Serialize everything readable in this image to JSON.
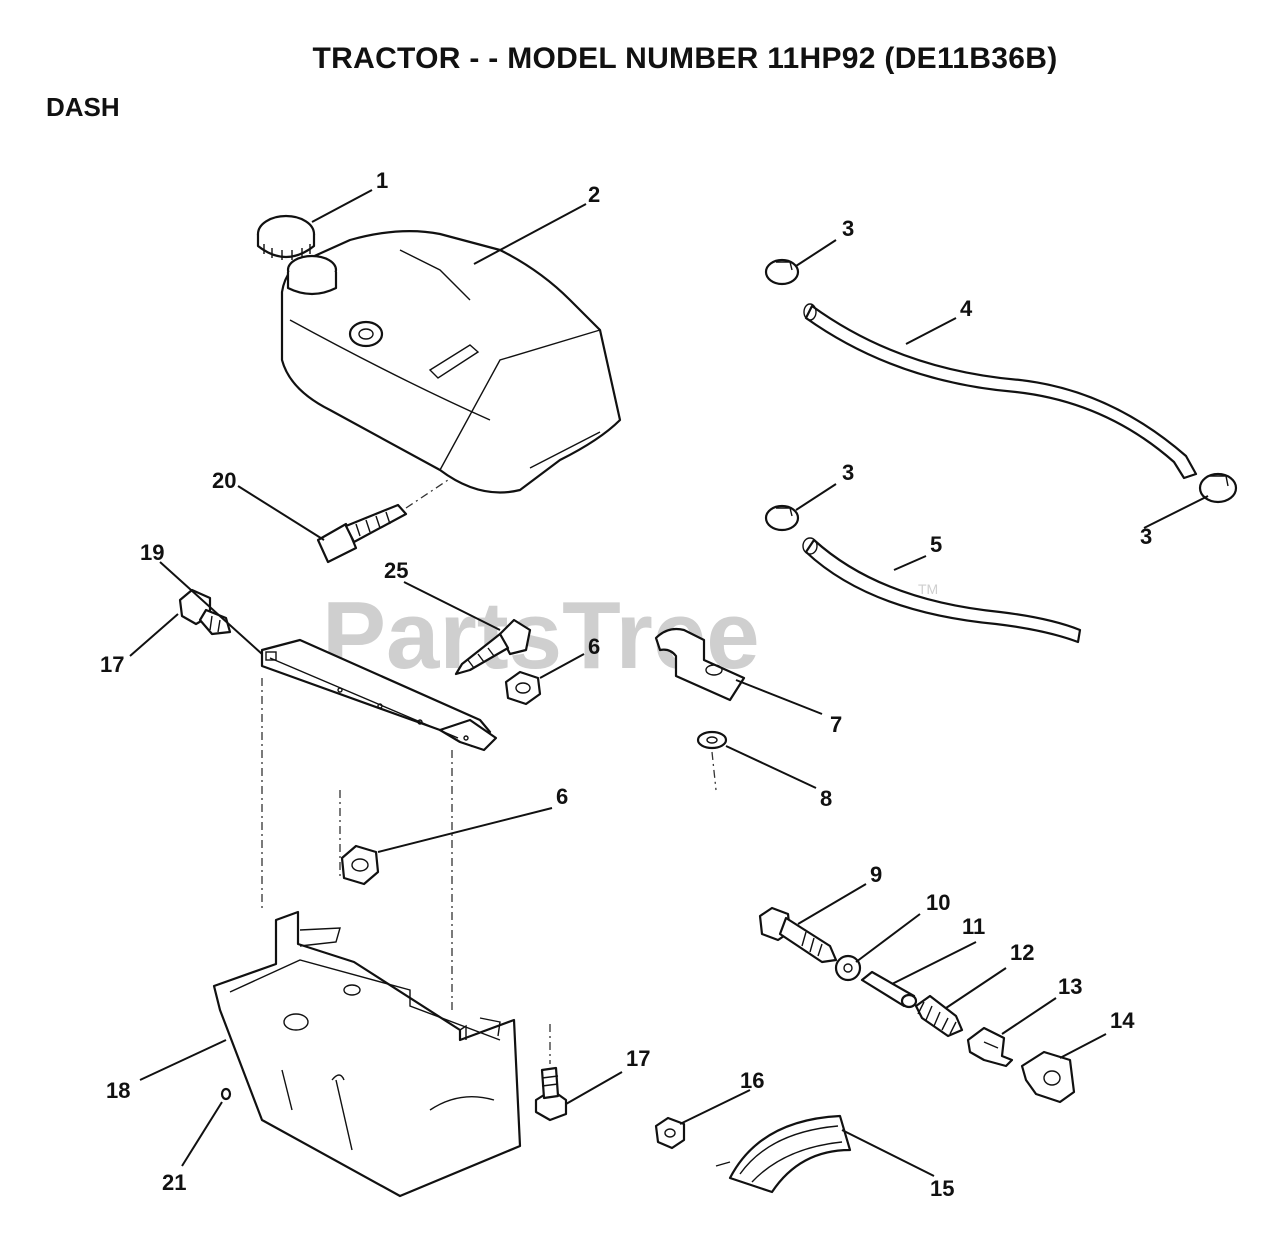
{
  "header": {
    "title": "TRACTOR - - MODEL NUMBER 11HP92 (DE11B36B)",
    "section": "DASH"
  },
  "watermark": {
    "text": "PartsTree",
    "tm": "TM"
  },
  "callouts": {
    "c1": "1",
    "c2": "2",
    "c3a": "3",
    "c3b": "3",
    "c3c": "3",
    "c4": "4",
    "c5": "5",
    "c6a": "6",
    "c6b": "6",
    "c7": "7",
    "c8": "8",
    "c9": "9",
    "c10": "10",
    "c11": "11",
    "c12": "12",
    "c13": "13",
    "c14": "14",
    "c15": "15",
    "c16": "16",
    "c17a": "17",
    "c17b": "17",
    "c18": "18",
    "c19": "19",
    "c20": "20",
    "c21": "21",
    "c25": "25"
  }
}
